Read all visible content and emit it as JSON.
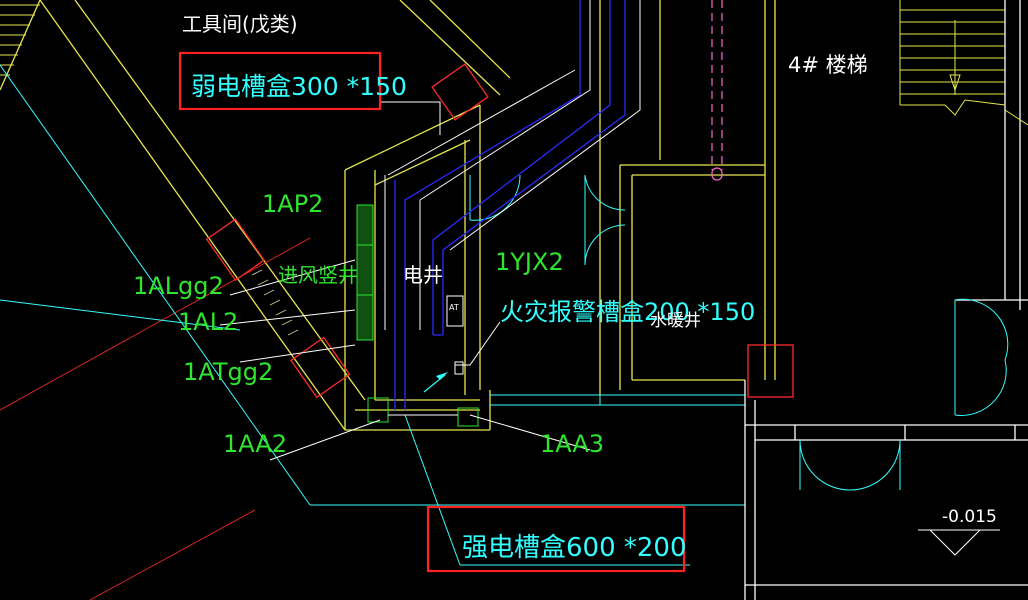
{
  "drawing": {
    "labels": {
      "tool_room": "工具间(戊类)",
      "weak_tray": "弱电槽盒300 *150",
      "stair": "4# 楼梯",
      "ap2": "1AP2",
      "air_shaft": "进风竖井",
      "elec_shaft": "电井",
      "yjx2": "1YJX2",
      "alarm_tray": "火灾报警槽盒200 *150",
      "water_shaft": "水暖井",
      "alg": "1ALgg2",
      "al2": "1AL2",
      "atg": "1ATgg2",
      "aa2": "1AA2",
      "aa3": "1AA3",
      "strong_tray": "强电槽盒600 *200",
      "elevation": "-0.015",
      "box_mark": "AT"
    },
    "colors": {
      "background": "#000000",
      "wall_yellow": "#e6e64d",
      "wall_white": "#ffffff",
      "cyan": "#33ffff",
      "green": "#2ee62e",
      "blue": "#2a2aff",
      "red": "#ff2a2a",
      "magenta": "#ff66cc",
      "highlight_box": "#ff2020"
    }
  }
}
